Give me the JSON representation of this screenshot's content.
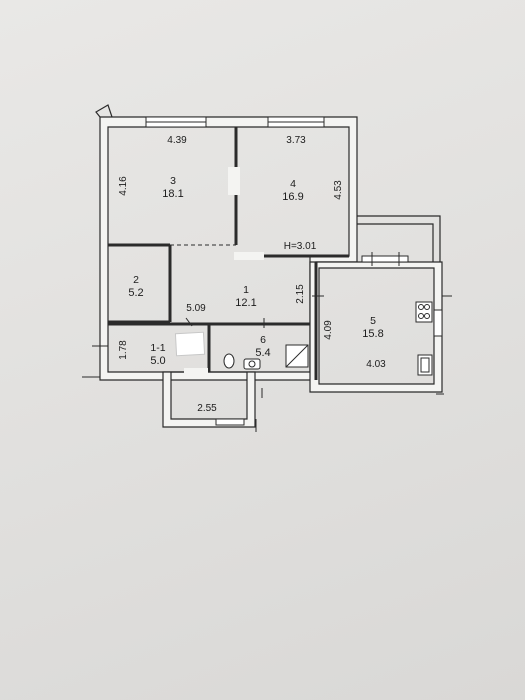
{
  "rooms": [
    {
      "id": "room-3",
      "number": "3",
      "area": "18.1"
    },
    {
      "id": "room-4",
      "number": "4",
      "area": "16.9"
    },
    {
      "id": "room-2",
      "number": "2",
      "area": "5.2"
    },
    {
      "id": "room-1",
      "number": "1",
      "area": "12.1"
    },
    {
      "id": "room-1-1",
      "number": "1-1",
      "area": "5.0"
    },
    {
      "id": "room-6",
      "number": "6",
      "area": "5.4"
    },
    {
      "id": "room-5",
      "number": "5",
      "area": "15.8"
    }
  ],
  "dimensions": {
    "d_439": "4.39",
    "d_373": "3.73",
    "d_416": "4.16",
    "d_453": "4.53",
    "ceiling_height": "H=3.01",
    "d_509": "5.09",
    "d_215": "2.15",
    "d_409": "4.09",
    "d_403": "4.03",
    "d_178": "1.78",
    "d_255": "2.55"
  },
  "colors": {
    "paper_light": "#e9e8e6",
    "paper_dark": "#d9d8d6",
    "wall": "#f4f4f2",
    "line": "#2b2b2b"
  }
}
